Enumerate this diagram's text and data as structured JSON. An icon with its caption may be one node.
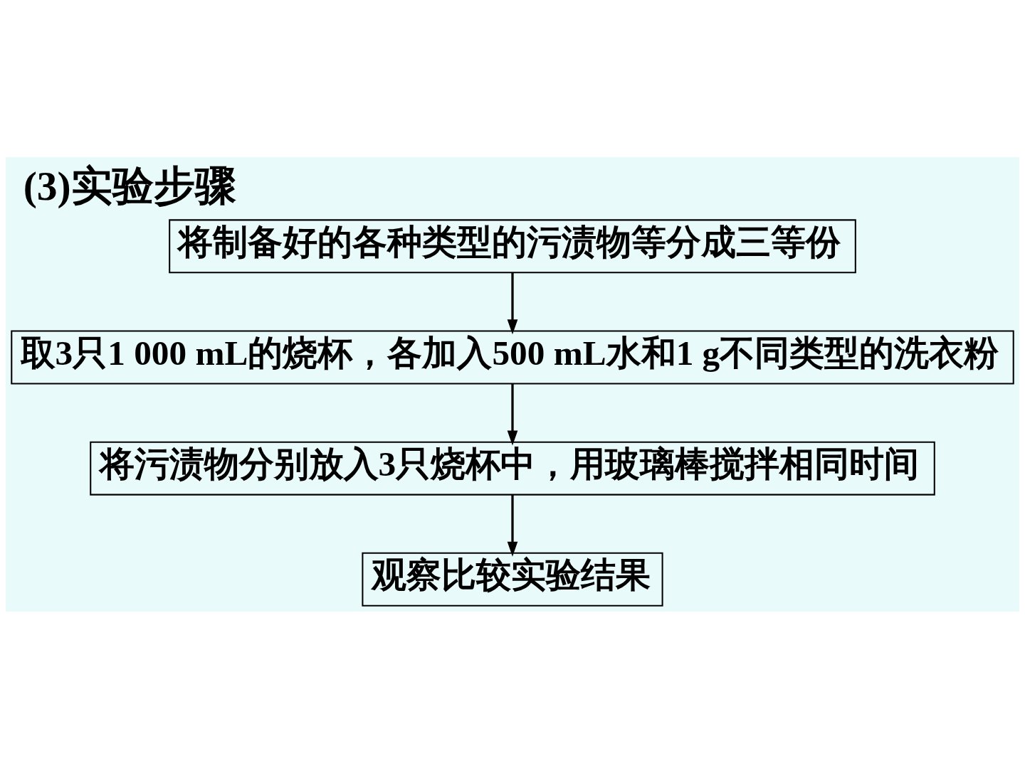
{
  "diagram": {
    "title": "(3)实验步骤",
    "nodes": [
      {
        "text": [
          "将制备好的各种类型的污渍物等分成三等份"
        ]
      },
      {
        "text": [
          "取3只1 000 mL的烧杯，各加入500 mL水和1 g不同类型的洗衣粉"
        ]
      },
      {
        "text": [
          "将污渍物分别放入3只烧杯中，用玻璃棒搅拌相同时间"
        ]
      },
      {
        "text": [
          "观察比较实验结果"
        ]
      }
    ],
    "edges": [
      {
        "from": 0,
        "to": 1,
        "arrow": "to"
      },
      {
        "from": 1,
        "to": 2,
        "arrow": "to"
      },
      {
        "from": 2,
        "to": 3,
        "arrow": "to"
      }
    ]
  }
}
